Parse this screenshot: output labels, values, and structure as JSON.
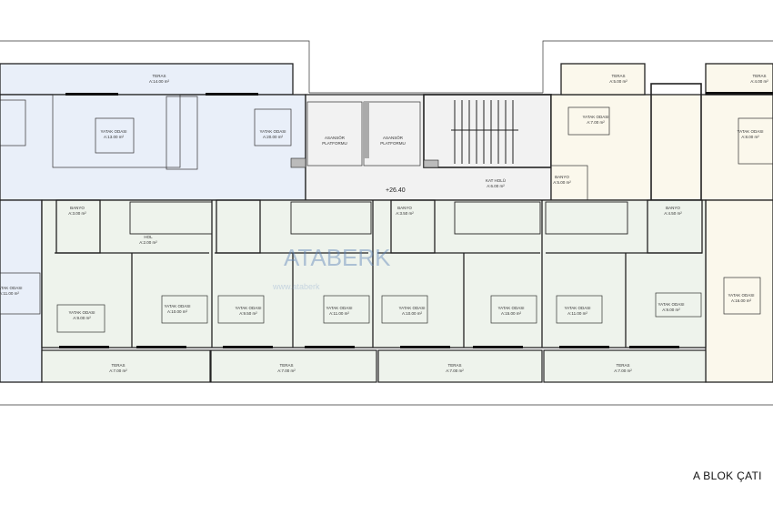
{
  "drawing_title": "A BLOK ÇATI",
  "watermark": {
    "brand": "ATABERK",
    "url": "www.ataberk"
  },
  "colors": {
    "left_unit": "#e9eff9",
    "center_units": "#eef3ec",
    "right_unit": "#fbf8ec",
    "core": "#f2f2f2",
    "walls": "#222222"
  },
  "elevation": "+26.40",
  "core": {
    "elevator1": {
      "line1": "ASANSÖR",
      "line2": "PLATFORMU"
    },
    "elevator2": {
      "line1": "ASANSÖR",
      "line2": "PLATFORMU"
    },
    "hall": {
      "name": "KAT HOLÜ",
      "area": "A:6.00 m²"
    }
  },
  "rooms": [
    {
      "name": "TERAS",
      "area": "A:14.00 m²"
    },
    {
      "name": "YATAK ODASI",
      "area": "A:13.00 m²"
    },
    {
      "name": "YATAK ODASI",
      "area": "A:20.00 m²"
    },
    {
      "name": "TERAS",
      "area": "A:5.00 m²"
    },
    {
      "name": "YATAK ODASI",
      "area": "A:7.00 m²"
    },
    {
      "name": "BANYO",
      "area": "A:5.00 m²"
    },
    {
      "name": "TERAS",
      "area": "A:4.00 m²"
    },
    {
      "name": "YATAK ODASI",
      "area": "A:8.00 m²"
    },
    {
      "name": "YATAK ODASI",
      "area": "A:11.00 m²"
    },
    {
      "name": "BANYO",
      "area": "A:3.00 m²"
    },
    {
      "name": "HOL",
      "area": "A:2.00 m²"
    },
    {
      "name": "YATAK ODASI",
      "area": "A:9.00 m²"
    },
    {
      "name": "YATAK ODASI",
      "area": "A:10.00 m²"
    },
    {
      "name": "YATAK ODASI",
      "area": "A:9.50 m²"
    },
    {
      "name": "YATAK ODASI",
      "area": "A:11.00 m²"
    },
    {
      "name": "BANYO",
      "area": "A:3.50 m²"
    },
    {
      "name": "YATAK ODASI",
      "area": "A:10.00 m²"
    },
    {
      "name": "YATAK ODASI",
      "area": "A:15.00 m²"
    },
    {
      "name": "YATAK ODASI",
      "area": "A:11.00 m²"
    },
    {
      "name": "BANYO",
      "area": "A:4.50 m²"
    },
    {
      "name": "YATAK ODASI",
      "area": "A:9.00 m²"
    },
    {
      "name": "YATAK ODASI",
      "area": "A:16.00 m²"
    },
    {
      "name": "TERAS",
      "area": "A:7.00 m²"
    },
    {
      "name": "TERAS",
      "area": "A:7.00 m²"
    },
    {
      "name": "TERAS",
      "area": "A:7.00 m²"
    },
    {
      "name": "TERAS",
      "area": "A:7.00 m²"
    }
  ]
}
